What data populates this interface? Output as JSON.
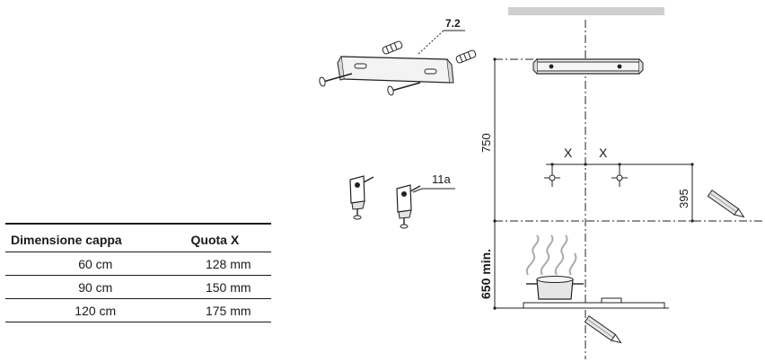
{
  "labels": {
    "part_bracket": "7.2",
    "part_hooks": "11a",
    "height_750": "750",
    "height_395": "395",
    "height_650": "650 min.",
    "x_left": "X",
    "x_right": "X"
  },
  "table": {
    "headers": [
      "Dimensione cappa",
      "Quota X"
    ],
    "rows": [
      [
        "60 cm",
        "128 mm"
      ],
      [
        "90 cm",
        "150 mm"
      ],
      [
        "120 cm",
        "175 mm"
      ]
    ]
  }
}
